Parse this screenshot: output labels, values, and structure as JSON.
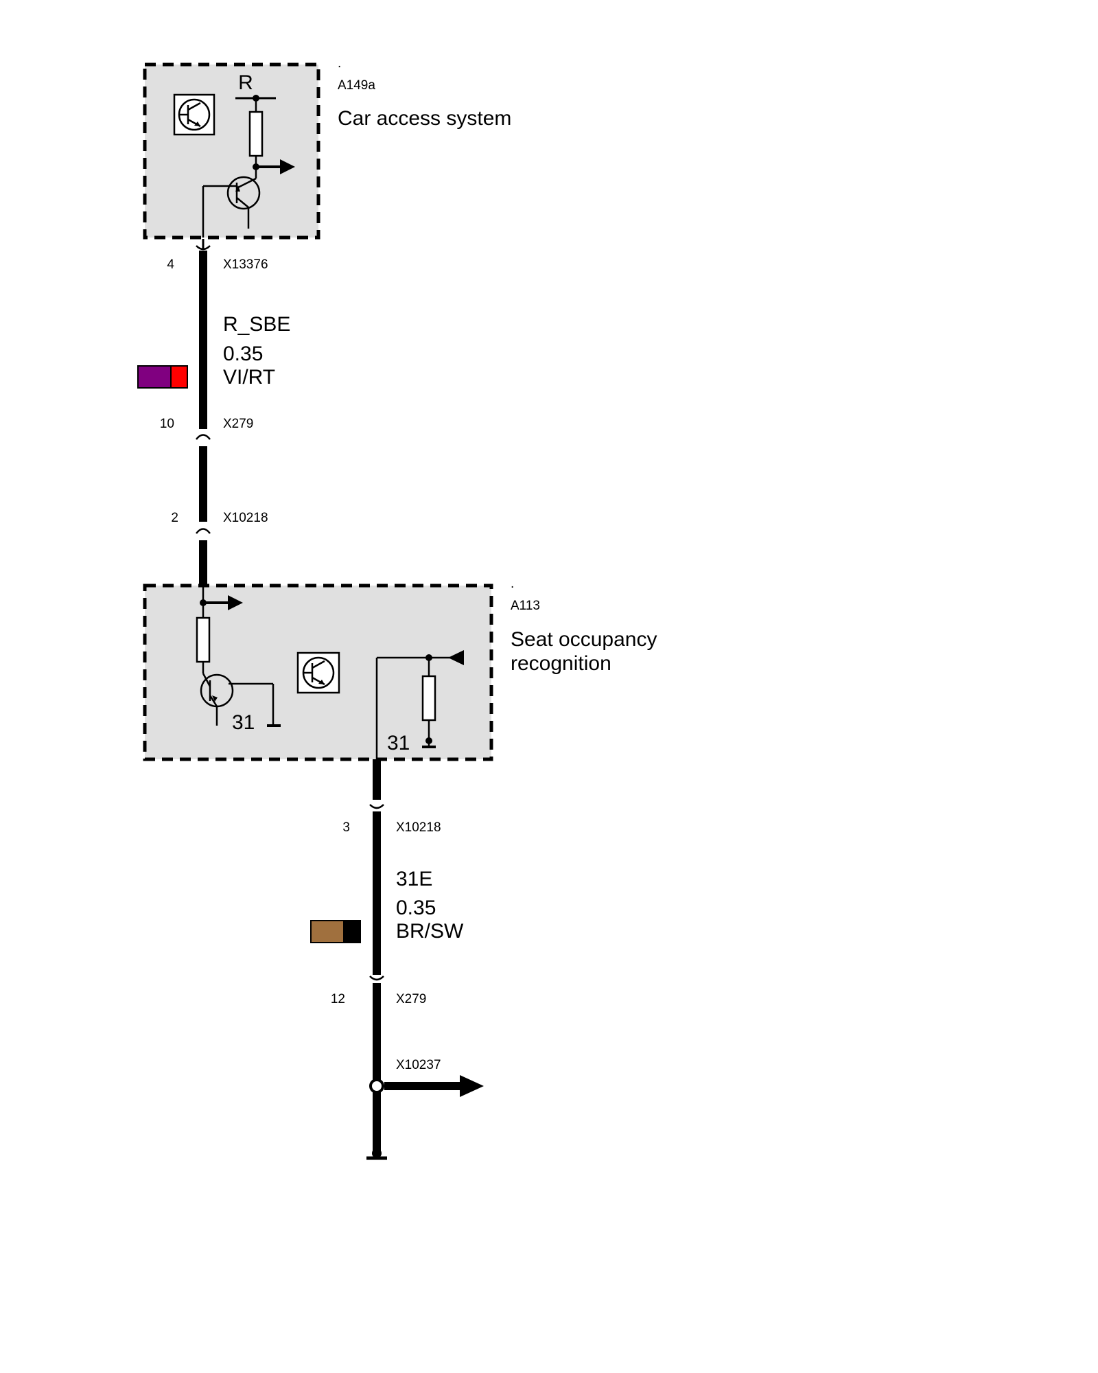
{
  "components": [
    {
      "dot": ".",
      "id": "A149a",
      "name_lines": [
        "Car access system"
      ],
      "supply_label": "R"
    },
    {
      "dot": ".",
      "id": "A113",
      "name_lines": [
        "Seat occupancy",
        "recognition"
      ],
      "ground_labels": [
        "31",
        "31"
      ]
    }
  ],
  "connectors": [
    {
      "pin": "4",
      "name": "X13376"
    },
    {
      "pin": "10",
      "name": "X279"
    },
    {
      "pin": "2",
      "name": "X10218"
    },
    {
      "pin": "3",
      "name": "X10218"
    },
    {
      "pin": "12",
      "name": "X279"
    }
  ],
  "splice": {
    "name": "X10237"
  },
  "wires": [
    {
      "signal": "R_SBE",
      "gauge": "0.35",
      "color_code": "VI/RT",
      "colors": [
        "#800080",
        "#ff0000"
      ]
    },
    {
      "signal": "31E",
      "gauge": "0.35",
      "color_code": "BR/SW",
      "colors": [
        "#a0703e",
        "#000000"
      ]
    }
  ]
}
